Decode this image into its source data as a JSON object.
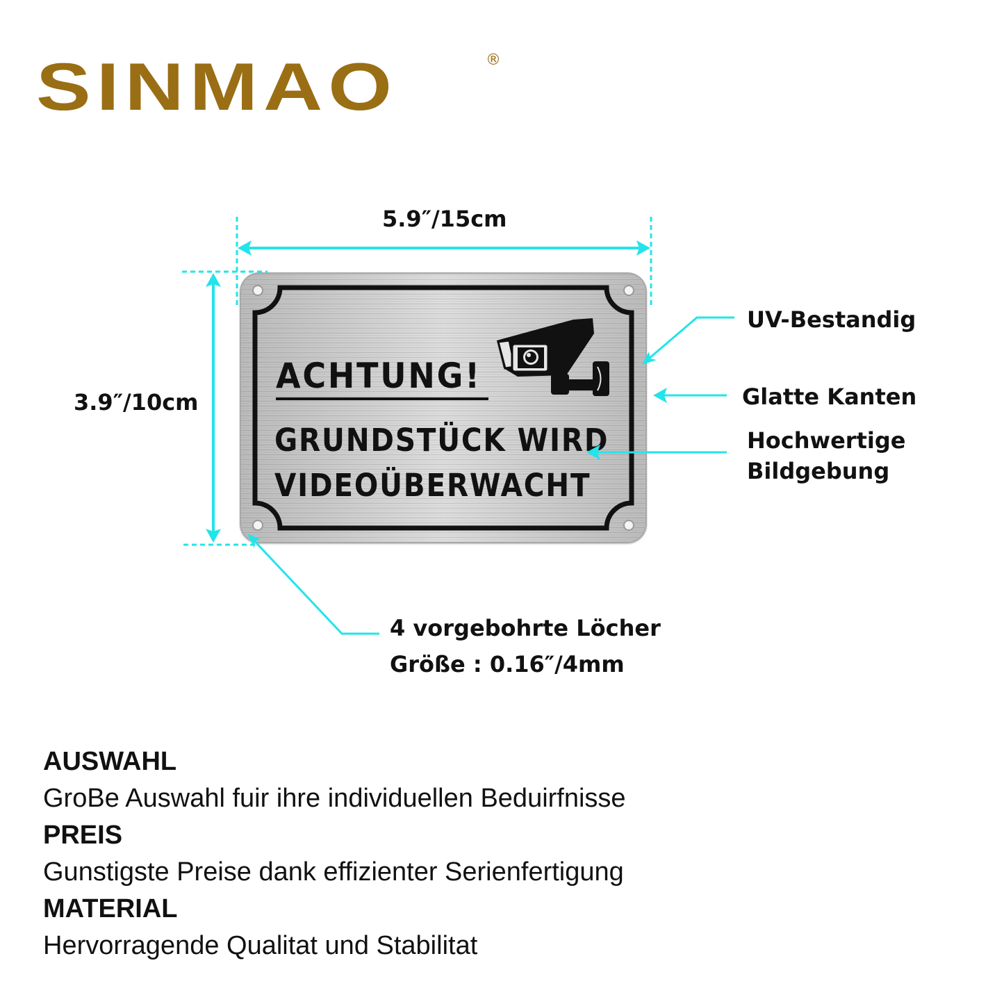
{
  "brand": {
    "name": "SINMAO",
    "registered_mark": "®",
    "color": "#9a6e14"
  },
  "accent_color": "#22e4ea",
  "dimensions": {
    "width": "5.9″/15cm",
    "height": "3.9″/10cm"
  },
  "sign": {
    "title": "ACHTUNG!",
    "line1": "GRUNDSTÜCK WIRD",
    "line2": "VIDEOÜBERWACHT",
    "icon": "surveillance-camera-icon"
  },
  "callouts": {
    "uv": "UV-Bestandig",
    "kanten": "Glatte Kanten",
    "bild_line1": "Hochwertige",
    "bild_line2": "Bildgebung",
    "holes_line1": "4 vorgebohrte Löcher",
    "holes_line2": "Größe : 0.16″/4mm"
  },
  "features": [
    {
      "heading": "AUSWAHL",
      "text": "GroBe Auswahl fuir ihre  individuellen Beduirfnisse"
    },
    {
      "heading": "PREIS",
      "text": "Gunstigste Preise dank effizienter Serienfertigung"
    },
    {
      "heading": "MATERIAL",
      "text": "Hervorragende Qualitat und Stabilitat"
    }
  ]
}
